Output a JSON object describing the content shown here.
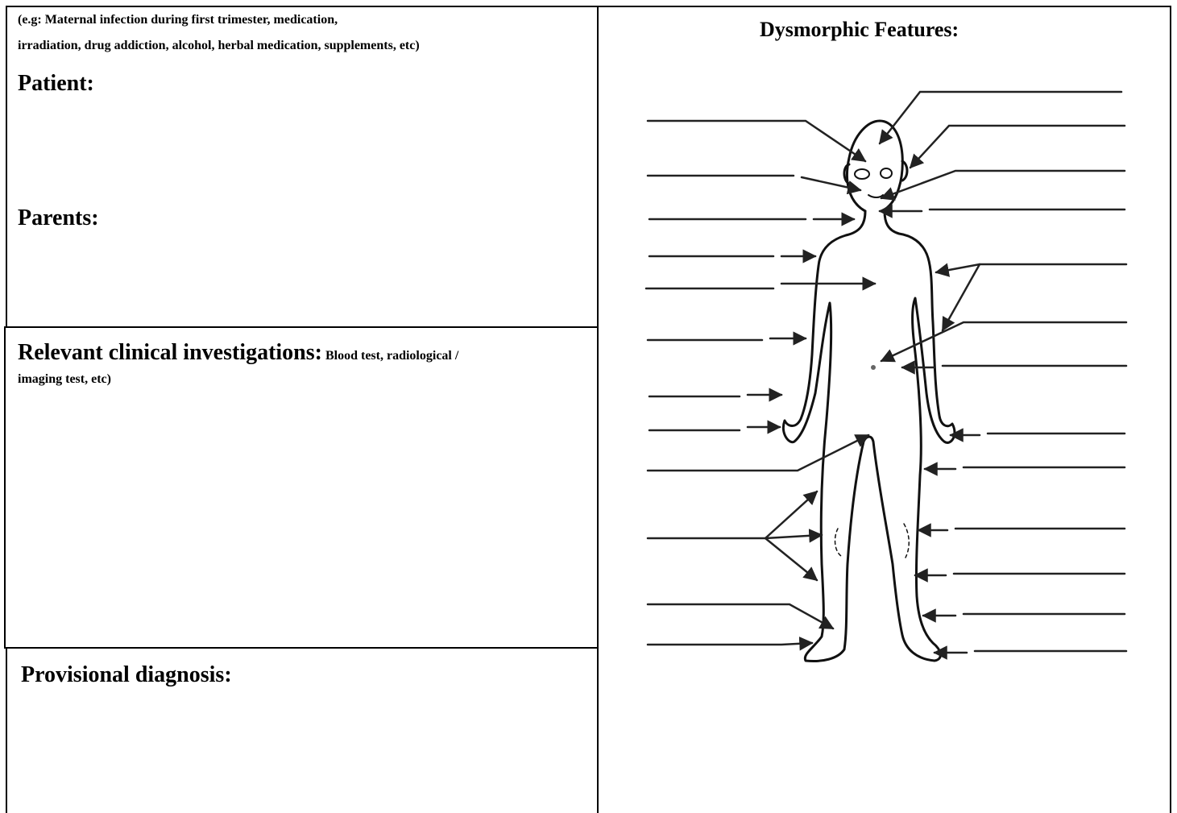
{
  "left_panel": {
    "prenatal_note_line1": "(e.g: Maternal infection during first trimester, medication,",
    "prenatal_note_line2": "irradiation, drug addiction, alcohol, herbal medication, supplements, etc)",
    "patient_label": "Patient:",
    "parents_label": "Parents:",
    "investigations_heading": "Relevant clinical investigations:",
    "investigations_note_line1": "Blood test, radiological /",
    "investigations_note_line2": "imaging test, etc)",
    "provisional_label": "Provisional diagnosis:"
  },
  "right_panel": {
    "title": "Dysmorphic Features:"
  }
}
